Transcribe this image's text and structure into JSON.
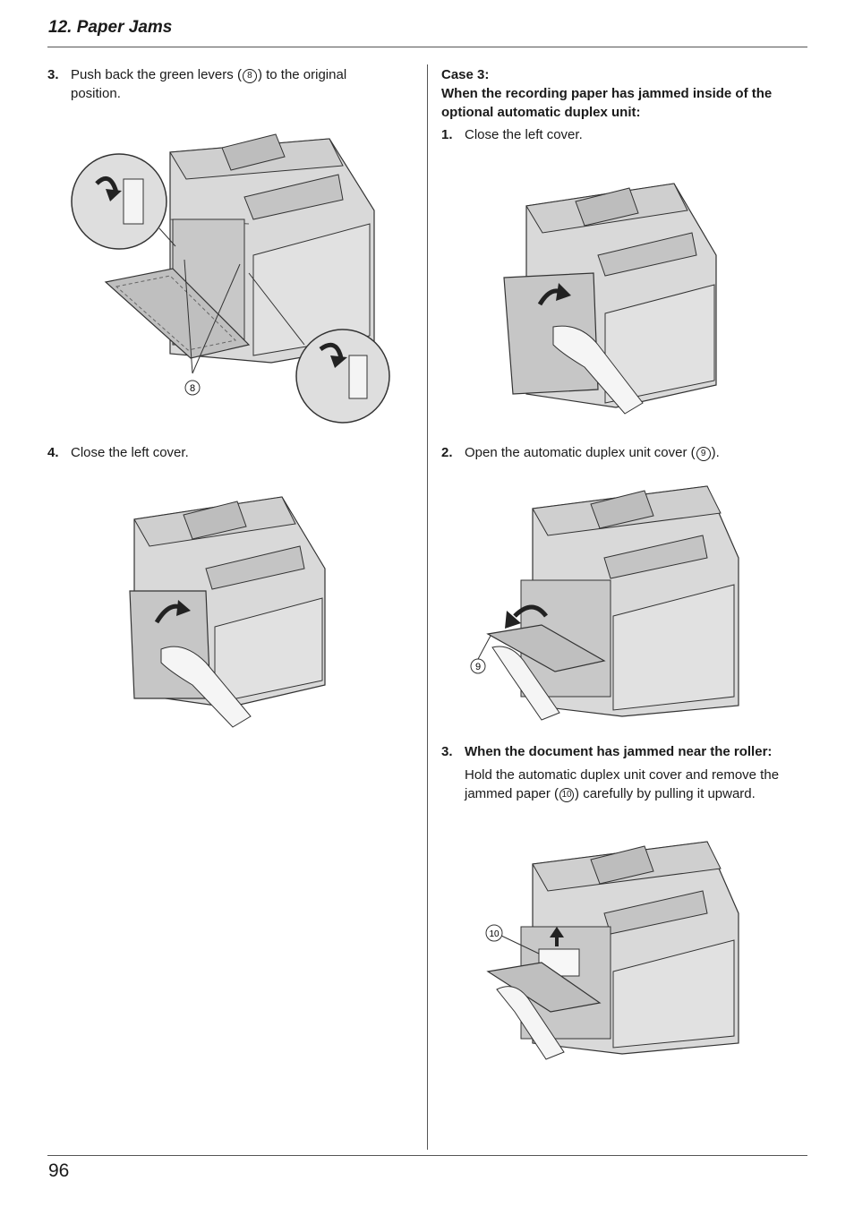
{
  "header": {
    "section_title": "12. Paper Jams"
  },
  "footer": {
    "page_number": "96"
  },
  "left_column": {
    "step3": {
      "number": "3.",
      "text_before": "Push back the green levers (",
      "callout": "8",
      "text_after": ") to the original",
      "text_line2": "position."
    },
    "figure1": {
      "callout_label": "8"
    },
    "step4": {
      "number": "4.",
      "text": "Close the left cover."
    }
  },
  "right_column": {
    "case_title": "Case 3:",
    "case_description": "When the recording paper has jammed inside of the optional automatic duplex unit:",
    "step1": {
      "number": "1.",
      "text": "Close the left cover."
    },
    "step2": {
      "number": "2.",
      "text_before": "Open the automatic duplex unit cover (",
      "callout": "9",
      "text_after": ")."
    },
    "figure3": {
      "callout_label": "9"
    },
    "step3": {
      "number": "3.",
      "heading": "When the document has jammed near the roller:",
      "text_line1": "Hold the automatic duplex unit cover and remove the",
      "text_before": "jammed paper (",
      "callout": "10",
      "text_after": ") carefully by pulling it upward."
    },
    "figure4": {
      "callout_label": "10"
    }
  }
}
